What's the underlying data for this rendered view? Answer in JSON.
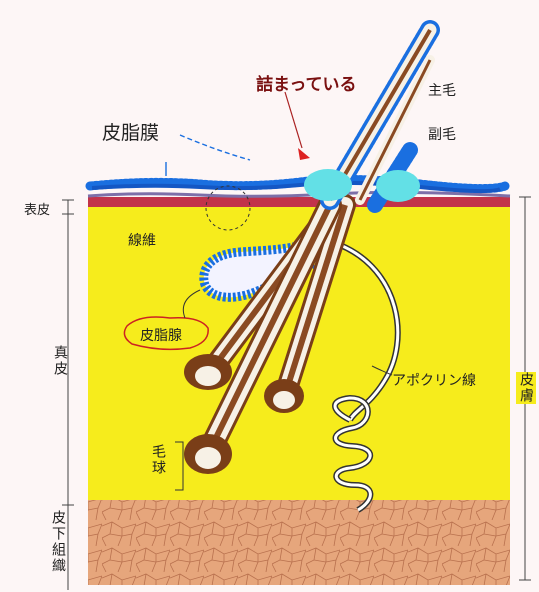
{
  "labels": {
    "clogged": "詰まっている",
    "sebum_film": "皮脂膜",
    "main_hair": "主毛",
    "secondary_hair": "副毛",
    "epidermis": "表皮",
    "fiber": "線維",
    "sebaceous_gland": "皮脂腺",
    "dermis": "真皮",
    "hair_bulb": "毛球",
    "apocrine_gland": "アポクリン線",
    "subcutaneous_tissue": "皮下組織",
    "skin": "皮膚"
  },
  "colors": {
    "dermis_yellow": "#f6ec1c",
    "epidermis_red": "#c2334a",
    "fat_tan": "#e2a077",
    "sebum_blue": "#1a6fe0",
    "plug_cyan": "#63e0e6",
    "hair_brown": "#8a4a22",
    "label_dark_red": "#7a1010"
  }
}
